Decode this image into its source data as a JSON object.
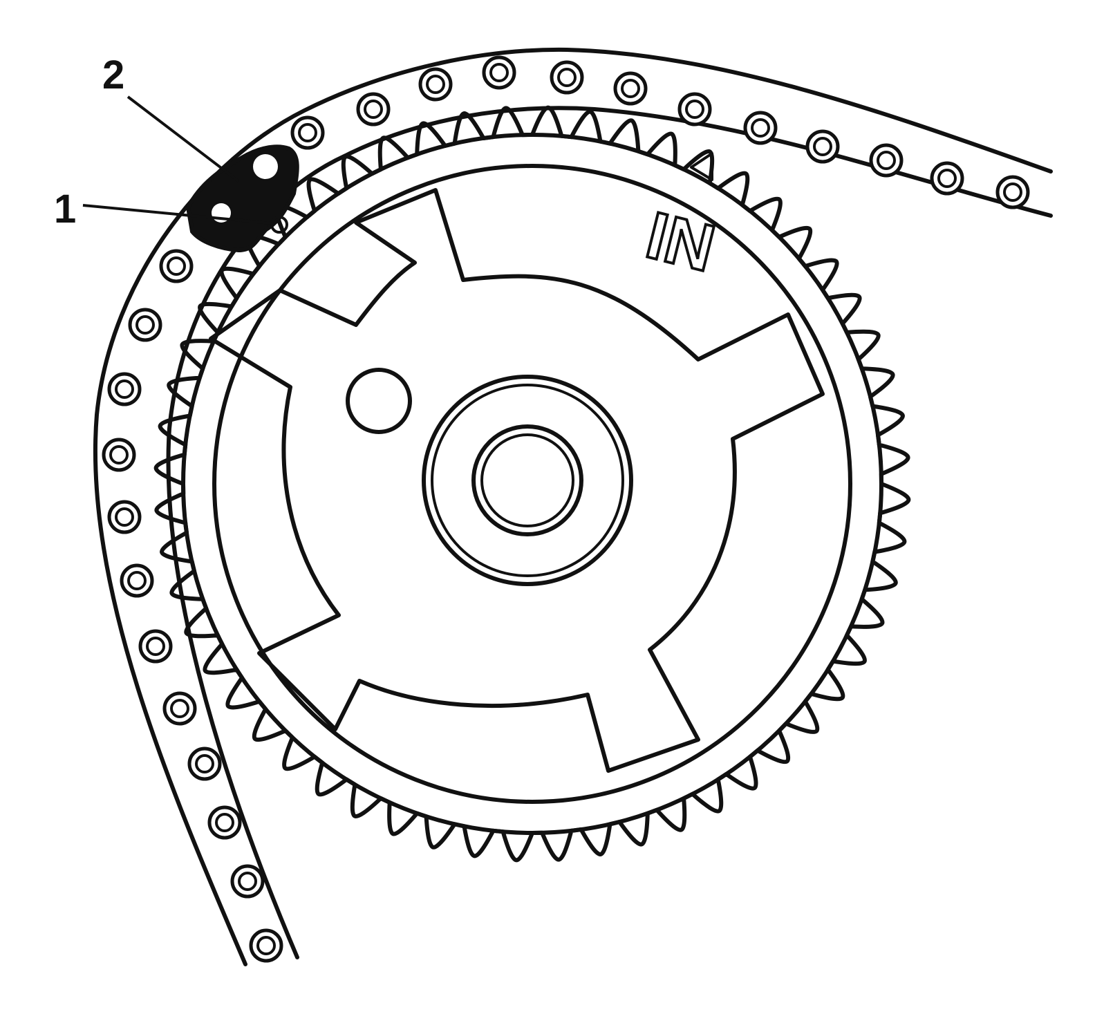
{
  "callouts": [
    {
      "id": "1",
      "label": "1"
    },
    {
      "id": "2",
      "label": "2"
    }
  ],
  "sprocket_marking": "IN",
  "colors": {
    "ink": "#111111",
    "paper": "#ffffff"
  }
}
